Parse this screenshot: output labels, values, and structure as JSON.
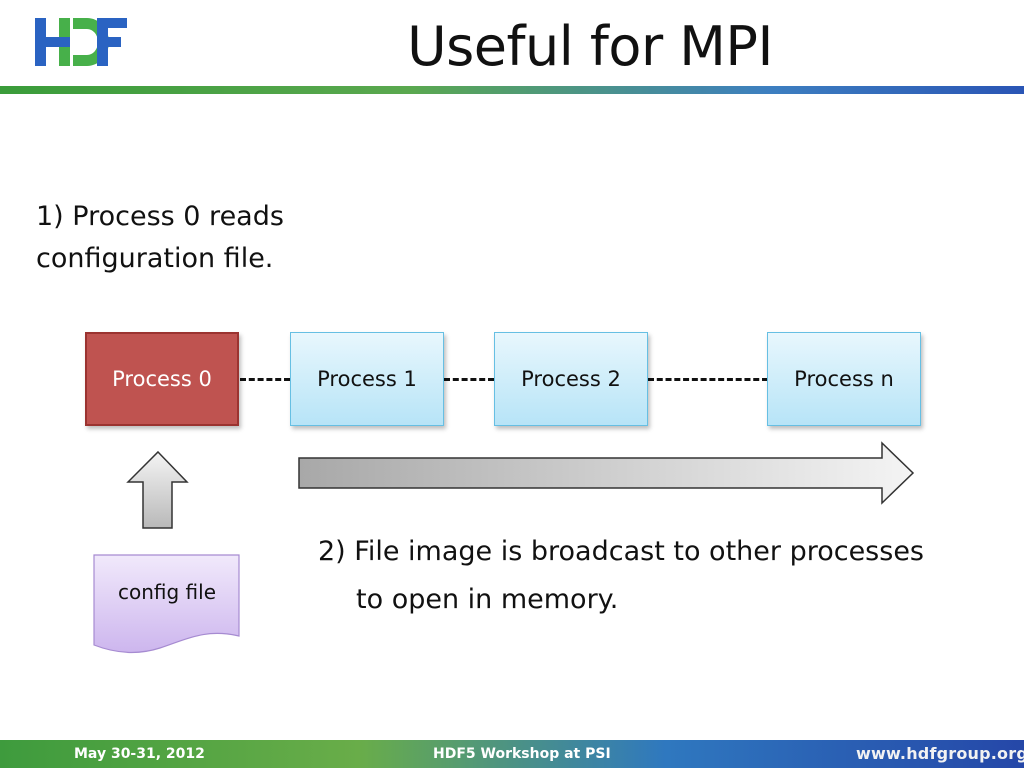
{
  "header": {
    "logo_text": "HDF",
    "title": "Useful for MPI"
  },
  "steps": {
    "step1_line1": "1) Process 0 reads",
    "step1_line2": "configuration file.",
    "step2_line1": "2) File image is broadcast to other processes",
    "step2_line2": "to open in memory."
  },
  "processes": [
    {
      "label": "Process 0",
      "highlight": true
    },
    {
      "label": "Process 1",
      "highlight": false
    },
    {
      "label": "Process 2",
      "highlight": false
    },
    {
      "label": "Process n",
      "highlight": false
    }
  ],
  "config_doc": {
    "label": "config file"
  },
  "footer": {
    "date": "May 30-31, 2012",
    "event": "HDF5 Workshop at PSI",
    "url": "www.hdfgroup.org"
  },
  "colors": {
    "process0_fill": "#bf5350",
    "process_fill": "#b7e4f7",
    "config_fill": "#dcc9f2",
    "logo_blue": "#2a63c2",
    "logo_green": "#47b04a"
  }
}
